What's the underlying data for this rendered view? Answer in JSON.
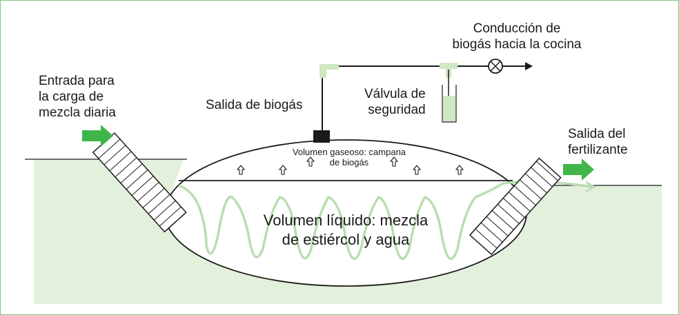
{
  "labels": {
    "entrada": [
      "Entrada para",
      "la carga de",
      "mezcla diaria"
    ],
    "salida_biogas": "Salida de biogás",
    "valvula": [
      "Válvula de",
      "seguridad"
    ],
    "conduccion": [
      "Conducción de",
      "biogás hacia la cocina"
    ],
    "salida_fertilizante": [
      "Salida del",
      "fertilizante"
    ],
    "volumen_gaseoso": [
      "Volumen gaseoso: campana",
      "de biogás"
    ],
    "volumen_liquido": [
      "Volumen líquido: mezcla",
      "de estiércol y agua"
    ]
  },
  "colors": {
    "ground": "#e3f0dc",
    "green_arrow": "#3fb54a",
    "pipe_light": "#cfe8c4",
    "wave": "#b9ddb0",
    "frame_border": "#7cc87c",
    "ink": "#1a1a1a"
  },
  "icons": {
    "valve": "circle-cross-valve-icon",
    "rising_gas": "up-arrow-outline-icon",
    "flow": "right-arrow-icon"
  }
}
